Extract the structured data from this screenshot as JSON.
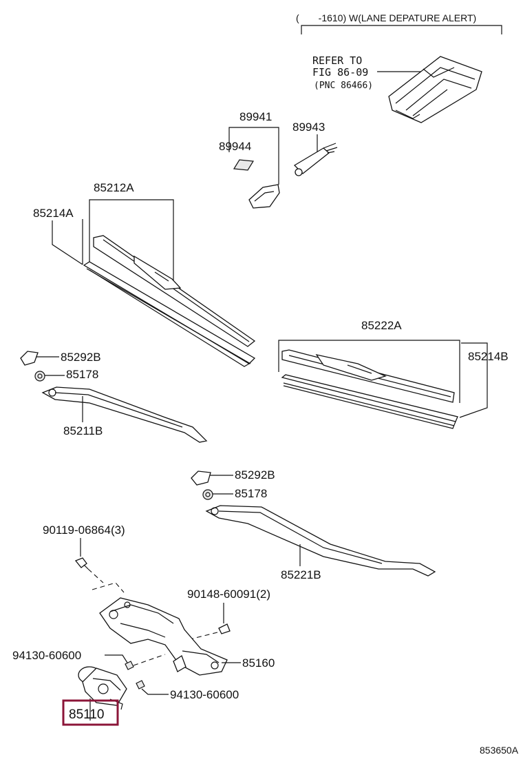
{
  "header": {
    "note": "(　　-1610) W(LANE DEPATURE ALERT)"
  },
  "refer": {
    "line1": "REFER TO",
    "line2": "FIG 86-09",
    "line3": "(PNC 86466)"
  },
  "parts": {
    "p89941": "89941",
    "p89944": "89944",
    "p89943": "89943",
    "p85212A": "85212A",
    "p85214A": "85214A",
    "p85222A": "85222A",
    "p85214B": "85214B",
    "p85292B_1": "85292B",
    "p85178_1": "85178",
    "p85211B": "85211B",
    "p85292B_2": "85292B",
    "p85178_2": "85178",
    "p85221B": "85221B",
    "p90119": "90119-06864(3)",
    "p90148": "90148-60091(2)",
    "p94130_1": "94130-60600",
    "p85160": "85160",
    "p94130_2": "94130-60600",
    "p85110": "85110"
  },
  "highlight_color": "#8b1538",
  "footer": {
    "code": "853650A"
  }
}
